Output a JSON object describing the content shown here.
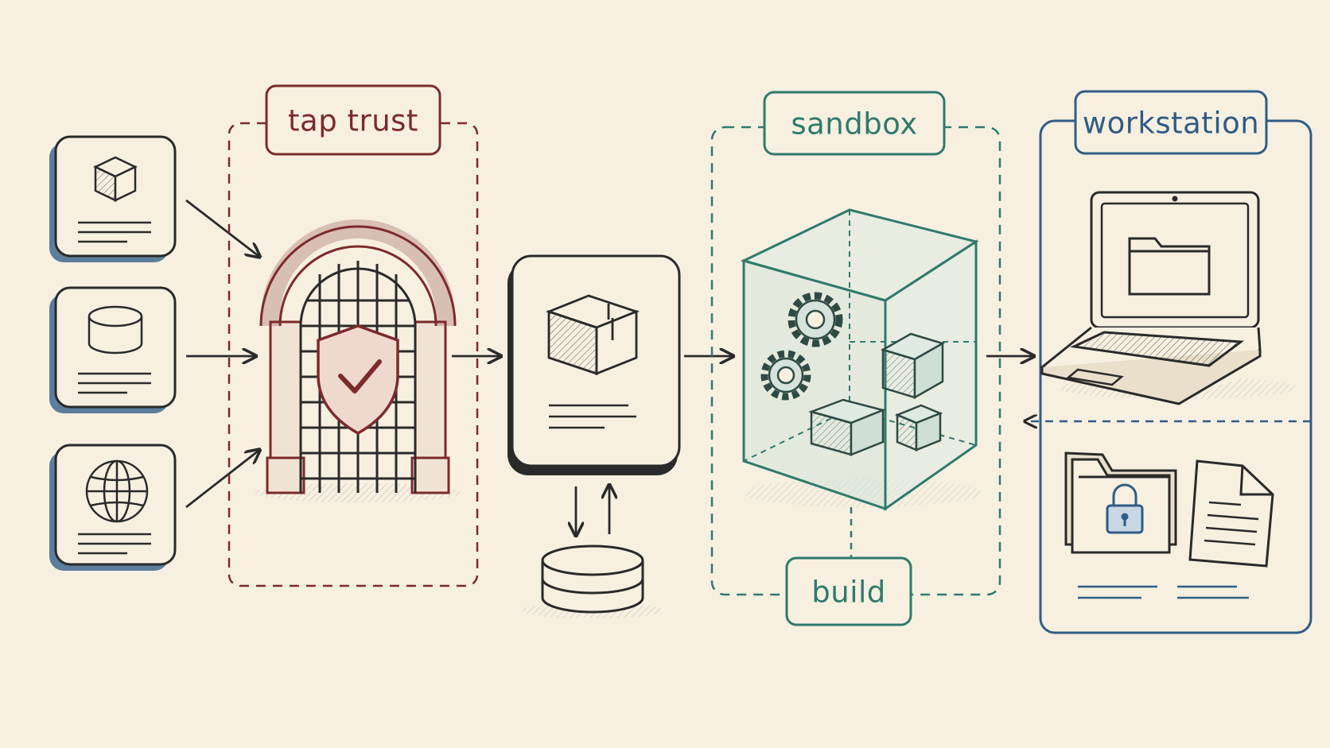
{
  "labels": {
    "tap_trust": "tap trust",
    "sandbox": "sandbox",
    "build": "build",
    "workstation": "workstation"
  },
  "colors": {
    "background": "#f7f0e1",
    "ink": "#2a2a2a",
    "trust": "#7d2a2c",
    "sandbox": "#2f7a6d",
    "workstation": "#2f5c85",
    "shadow_blue": "#3f6a91"
  },
  "icons": {
    "sources": [
      "cube-icon",
      "cylinder-icon",
      "globe-icon"
    ],
    "gate": "arched-gate-icon",
    "shield": "shield-check-icon",
    "package": "package-box-icon",
    "storage": "database-icon",
    "sandbox": "glass-cube-icon",
    "gears": "gear-icon",
    "laptop": "laptop-icon",
    "locked_folder": "locked-folder-icon",
    "document": "document-icon"
  }
}
